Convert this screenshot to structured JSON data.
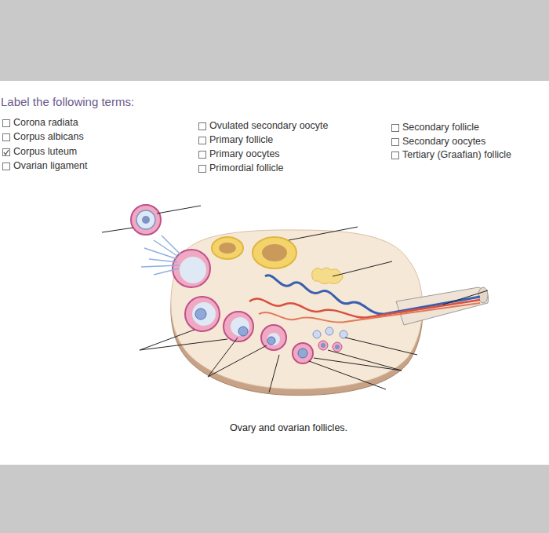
{
  "diagram": {
    "title": "Label the following terms:",
    "caption": "Ovary and ovarian follicles.",
    "labels": [
      "Corona radiata",
      "Corpus albicans",
      "Corpus luteum",
      "Ovarian ligament",
      "Ovulated secondary oocyte",
      "Primary follicle",
      "Primary oocytes",
      "Primordial follicle",
      "Secondary follicle",
      "Secondary oocytes",
      "Tertiary (Graafian) follicle"
    ]
  }
}
